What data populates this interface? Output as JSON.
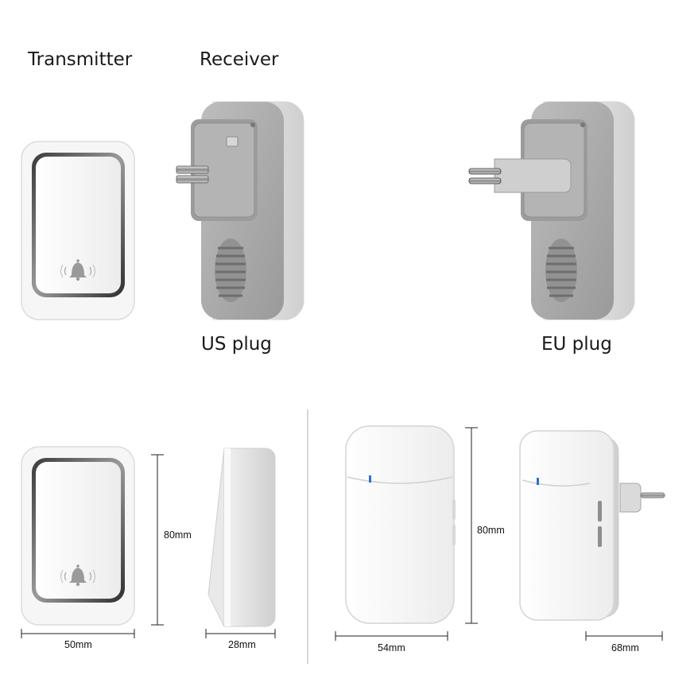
{
  "labels": {
    "transmitter": "Transmitter",
    "receiver": "Receiver",
    "us_plug": "US plug",
    "eu_plug": "EU plug"
  },
  "dimensions": {
    "transmitter_height": "80mm",
    "transmitter_width": "50mm",
    "transmitter_depth": "28mm",
    "receiver_height": "80mm",
    "receiver_width": "54mm",
    "receiver_depth": "68mm"
  },
  "colors": {
    "device_white": "#f7f7f7",
    "device_grey": "#a9a9a9",
    "chrome_rim": "#555555",
    "led_blue": "#2f6fd6"
  }
}
